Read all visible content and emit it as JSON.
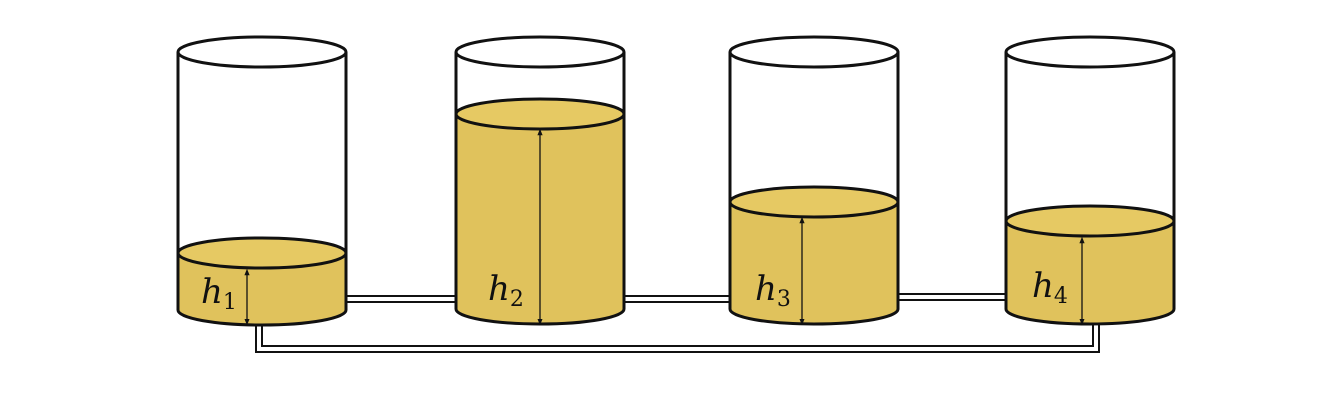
{
  "colors": {
    "liquid": "#e0c25c",
    "liquid_top": "#e6c963",
    "outline": "#111111",
    "background": "#ffffff"
  },
  "tanks": [
    {
      "id": "tank-1",
      "label_base": "h",
      "label_sub": "1",
      "fill_fraction": 0.21
    },
    {
      "id": "tank-2",
      "label_base": "h",
      "label_sub": "2",
      "fill_fraction": 0.78
    },
    {
      "id": "tank-3",
      "label_base": "h",
      "label_sub": "3",
      "fill_fraction": 0.45
    },
    {
      "id": "tank-4",
      "label_base": "h",
      "label_sub": "4",
      "fill_fraction": 0.38
    }
  ]
}
